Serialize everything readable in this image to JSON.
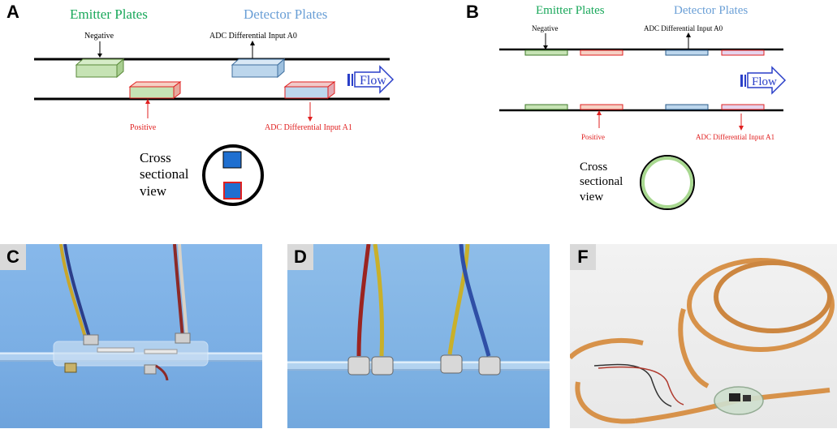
{
  "panel_a": {
    "letter": "A",
    "emitter_label": "Emitter Plates",
    "detector_label": "Detector  Plates",
    "negative_label": "Negative",
    "adc_a0_label": "ADC Differential Input A0",
    "positive_label": "Positive",
    "adc_a1_label": "ADC Differential Input A1",
    "flow_label": "Flow",
    "cross_section_line1": "Cross",
    "cross_section_line2": "sectional",
    "cross_section_line3": "view"
  },
  "panel_b": {
    "letter": "B",
    "emitter_label": "Emitter Plates",
    "detector_label": "Detector  Plates",
    "negative_label": "Negative",
    "adc_a0_label": "ADC Differential Input A0",
    "positive_label": "Positive",
    "adc_a1_label": "ADC Differential Input A1",
    "flow_label": "Flow",
    "cross_section_line1": "Cross",
    "cross_section_line2": "sectional",
    "cross_section_line3": "view"
  },
  "photos": {
    "c_letter": "C",
    "d_letter": "D",
    "f_letter": "F"
  },
  "colors": {
    "emitter_text": "#1aa85b",
    "detector_text": "#6a9fd6",
    "red_label": "#e02020",
    "green_plate": "#c6e3b4",
    "blue_plate": "#bcd6ec",
    "pink_plate": "#f1c9c9",
    "flow_arrow": "#2a3fc8",
    "photo_bg": "#7fb2e6"
  }
}
